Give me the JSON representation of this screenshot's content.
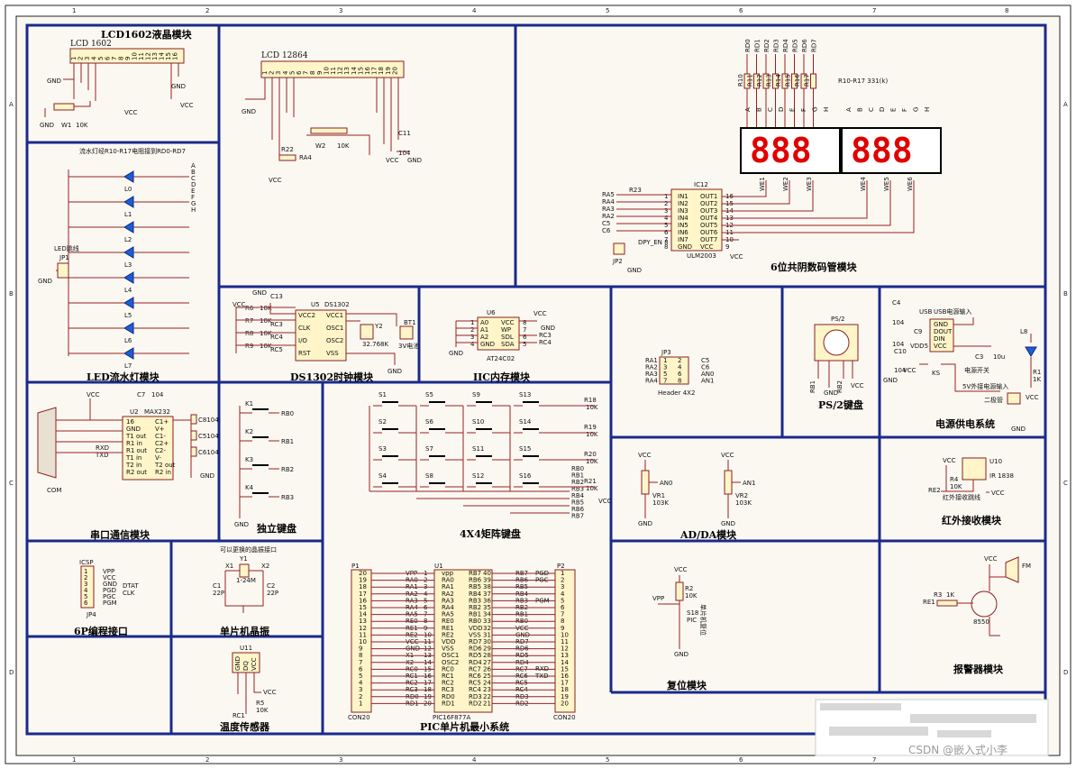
{
  "grid": {
    "top": [
      "1",
      "2",
      "3",
      "4",
      "5",
      "6",
      "7",
      "8"
    ],
    "side": [
      "A",
      "B",
      "C",
      "D"
    ]
  },
  "blocks": {
    "lcd1602": {
      "title": "LCD1602液晶模块",
      "part": "LCD 1602",
      "pins": [
        "1",
        "2",
        "3",
        "4",
        "5",
        "6",
        "7",
        "8",
        "9",
        "10",
        "11",
        "12",
        "13",
        "14",
        "15",
        "16"
      ],
      "gnd": "GND",
      "vcc": "VCC",
      "pot": "W1",
      "pot_val": "10K"
    },
    "lcd12864": {
      "part": "LCD 12864",
      "pins": [
        "1",
        "2",
        "3",
        "4",
        "5",
        "6",
        "7",
        "8",
        "9",
        "10",
        "11",
        "12",
        "13",
        "14",
        "15",
        "16",
        "17",
        "18",
        "19",
        "20"
      ],
      "pot": "W2",
      "pot_val": "10K",
      "cap": "C11",
      "cap_val": "104",
      "res": "R22",
      "net": "RA4",
      "gnd": "GND",
      "vcc": "VCC"
    },
    "seg": {
      "title": "6位共阴数码管模块",
      "res_note": "R10-R17  331(k)",
      "res_labels": [
        "RD0",
        "RD1",
        "RD2",
        "RD3",
        "RD4",
        "RD5",
        "RD6",
        "RD7"
      ],
      "res_names": [
        "R10",
        "R11",
        "R12",
        "R13",
        "R14",
        "R15",
        "R16",
        "R17"
      ],
      "seg_letters": [
        "A",
        "B",
        "C",
        "D",
        "E",
        "F",
        "G",
        "H"
      ],
      "digits_left": "888",
      "digits_right": "888",
      "com_labels": [
        "WE1",
        "WE2",
        "WE3",
        "WE4",
        "WE5",
        "WE6"
      ],
      "ic": "IC12",
      "ic_part": "ULM2003",
      "ic_in": [
        "IN1",
        "IN2",
        "IN3",
        "IN4",
        "IN5",
        "IN6",
        "IN7",
        "GND"
      ],
      "ic_out": [
        "OUT1",
        "OUT2",
        "OUT3",
        "OUT4",
        "OUT5",
        "OUT6",
        "OUT7",
        "VCC"
      ],
      "ic_nets": [
        "RA5",
        "RA4",
        "RA3",
        "RA2",
        "C5",
        "C6"
      ],
      "r23": "R23",
      "jp": "JP2",
      "dpy": "DPY_EN 8",
      "gnd": "GND",
      "vcc": "VCC"
    },
    "led": {
      "title": "LED流水灯模块",
      "note": "流水灯经R10-R17电阻接到RD0-RD7",
      "leds": [
        "L0",
        "L1",
        "L2",
        "L3",
        "L4",
        "L5",
        "L6",
        "L7"
      ],
      "letters": [
        "A",
        "B",
        "C",
        "D",
        "E",
        "F",
        "G",
        "H"
      ],
      "jp": "JP1",
      "jp_label": "LED跳线",
      "gnd": "GND"
    },
    "ds1302": {
      "title": "DS1302时钟模块",
      "u": "U5",
      "part": "DS1302",
      "pins_l": [
        "VCC2",
        "CLK",
        "I/O",
        "RST"
      ],
      "pins_r": [
        "VCC1",
        "OSC1",
        "OSC2",
        "VSS"
      ],
      "res": [
        "R6",
        "R7",
        "R8",
        "R9"
      ],
      "res_val": "10K",
      "nets": [
        "RC3",
        "RC4",
        "RC5"
      ],
      "cap": "C13",
      "xtal": "Y2",
      "xtal_val": "32.768K",
      "bat": "BT1",
      "bat_label": "3V电池",
      "vcc": "VCC",
      "gnd": "GND"
    },
    "iic": {
      "title": "IIC内存模块",
      "u": "U6",
      "part": "AT24C02",
      "pins_l": [
        "A0",
        "A1",
        "A2",
        "GND"
      ],
      "pins_r": [
        "VCC",
        "WP",
        "SDL",
        "SDA"
      ],
      "nets": [
        "RC3",
        "RC4"
      ],
      "vcc": "VCC",
      "gnd": "GND"
    },
    "jp3": {
      "name": "JP3",
      "part": "Header 4X2",
      "nets_l": [
        "RA1",
        "RA2",
        "RA3",
        "RA4"
      ],
      "nets_r": [
        "C5",
        "C6",
        "AN0",
        "AN1"
      ]
    },
    "ps2": {
      "title": "PS/2键盘",
      "name": "PS/2",
      "nets": [
        "RB1",
        "RB2"
      ],
      "gnd": "GND",
      "vcc": "VCC"
    },
    "power": {
      "title": "电源供电系统",
      "usb": "USB",
      "usb_note": "USB电源输入",
      "pins": [
        "GND",
        "DOUT",
        "DIN",
        "VCC"
      ],
      "caps": [
        "C4",
        "C9",
        "C3",
        "C10"
      ],
      "cap_val": "104",
      "c3_val": "10u",
      "vdd": "VDD5",
      "switch": "KS",
      "switch_note": "电源开关",
      "ext": "5V外接电源输入",
      "diode": "二极管",
      "led": "L8",
      "res": "R1",
      "res_val": "1K",
      "vcc": "VCC",
      "gnd": "GND"
    },
    "serial": {
      "title": "串口通信模块",
      "u": "U2",
      "part": "MAX232",
      "cap": "C7",
      "cap_val": "104",
      "pins_l": [
        "16",
        "GND",
        "T1 out",
        "R1 in",
        "R1 out",
        "T1 in",
        "T2 in",
        "R2 out"
      ],
      "pins_r": [
        "C1+",
        "V+",
        "C1-",
        "C2+",
        "C2-",
        "V-",
        "T2 out",
        "R2 in"
      ],
      "rxd": "RXD",
      "txd": "TXD",
      "com": "COM",
      "caps": [
        "C8104",
        "C5104",
        "C6104"
      ],
      "vcc": "VCC",
      "gnd": "GND"
    },
    "keys": {
      "title": "独立键盘",
      "keys": [
        "K1",
        "K2",
        "K3",
        "K4"
      ],
      "nets": [
        "RB0",
        "RB1",
        "RB2",
        "RB3"
      ],
      "gnd": "GND"
    },
    "matrix": {
      "title": "4X4矩阵键盘",
      "keys": [
        "S1",
        "S5",
        "S9",
        "S13",
        "S2",
        "S6",
        "S10",
        "S14",
        "S3",
        "S7",
        "S11",
        "S15",
        "S4",
        "S8",
        "S12",
        "S16"
      ],
      "res": [
        "R18",
        "R19",
        "R20",
        "R21"
      ],
      "res_val": "10K",
      "nets": [
        "RB0",
        "RB1",
        "RB2",
        "RB3",
        "RB4",
        "RB5",
        "RB6",
        "RB7"
      ],
      "vcc": "VCC"
    },
    "adda": {
      "title": "AD/DA模块",
      "vr": [
        "VR1",
        "VR2"
      ],
      "vr_val": "103K",
      "nets": [
        "AN0",
        "AN1"
      ],
      "vcc": "VCC",
      "gnd": "GND"
    },
    "ir": {
      "title": "红外接收模块",
      "u": "U10",
      "part": "IR 1838",
      "res": "R4",
      "res_val": "10K",
      "net": "RE2",
      "note": "红外接收跳线",
      "vcc": "VCC"
    },
    "icsp": {
      "title": "6P编程接口",
      "name": "ICSP",
      "jp": "JP4",
      "pins": [
        "VPP",
        "VCC",
        "GND",
        "PGD",
        "PGC",
        "PGM"
      ],
      "nums": [
        "1",
        "2",
        "3",
        "4",
        "5",
        "6"
      ],
      "dtat": "DTAT",
      "clk": "CLK"
    },
    "crystal": {
      "title": "单片机晶振",
      "note": "可以更换的晶振接口",
      "y": "Y1",
      "x1": "X1",
      "x2": "X2",
      "freq": "1-24M",
      "c1": "C1",
      "c2": "C2",
      "cap_val": "22P"
    },
    "temp": {
      "title": "温度传感器",
      "u": "U11",
      "res": "R5",
      "res_val": "10K",
      "net": "RC1",
      "vcc": "VCC",
      "pins": [
        "GND",
        "DQ",
        "VCC"
      ]
    },
    "pic": {
      "title": "PIC单片机最小系统",
      "p1": "P1",
      "p2": "P2",
      "u": "U1",
      "part": "PIC16F877A",
      "con": "CON20",
      "left": [
        "VPP",
        "RA0",
        "RA1",
        "RA2",
        "RA3",
        "RA4",
        "RA5",
        "RE0",
        "RE1",
        "RE2",
        "VCC",
        "GND",
        "X1",
        "X2",
        "RC0",
        "RC1",
        "RC2",
        "RC3",
        "RD0",
        "RD1"
      ],
      "u_left": [
        "vpp",
        "RA0",
        "RA1",
        "RA2",
        "RA3",
        "RA4",
        "RA5",
        "RE0",
        "RE1",
        "RE2",
        "VDD",
        "VSS",
        "OSC1",
        "OSC2",
        "RC0",
        "RC1",
        "RC2",
        "RC3",
        "RD0",
        "RD1"
      ],
      "u_right": [
        "RB7",
        "RB6",
        "RB5",
        "RB4",
        "RB3",
        "RB2",
        "RB1",
        "RB0",
        "VDD",
        "VSS",
        "RD7",
        "RD6",
        "RD5",
        "RD4",
        "RC7",
        "RC6",
        "RC5",
        "RC4",
        "RD3",
        "RD2"
      ],
      "right": [
        "RB7",
        "RB6",
        "RB5",
        "RB4",
        "RB3",
        "RB2",
        "RB1",
        "RB0",
        "VCC",
        "GND",
        "RD7",
        "RD6",
        "RD5",
        "RD4",
        "RC7",
        "RC6",
        "RC5",
        "RC4",
        "RD3",
        "RD2"
      ],
      "pgm": [
        "PGD",
        "PGC",
        "",
        "",
        "PGM"
      ],
      "txrx": [
        "RXD",
        "TXD"
      ]
    },
    "reset": {
      "title": "复位模块",
      "res": "R2",
      "res_val": "10K",
      "sw": "S18",
      "net": "PIC",
      "vpp": "VPP",
      "vcc": "VCC",
      "gnd": "GND",
      "note": "单片机复位"
    },
    "alarm": {
      "title": "报警器模块",
      "res": "R3",
      "res_val": "1K",
      "net": "RE1",
      "q": "8550",
      "fm": "FM",
      "vcc": "VCC"
    }
  },
  "watermark": "CSDN @嵌入式小李"
}
